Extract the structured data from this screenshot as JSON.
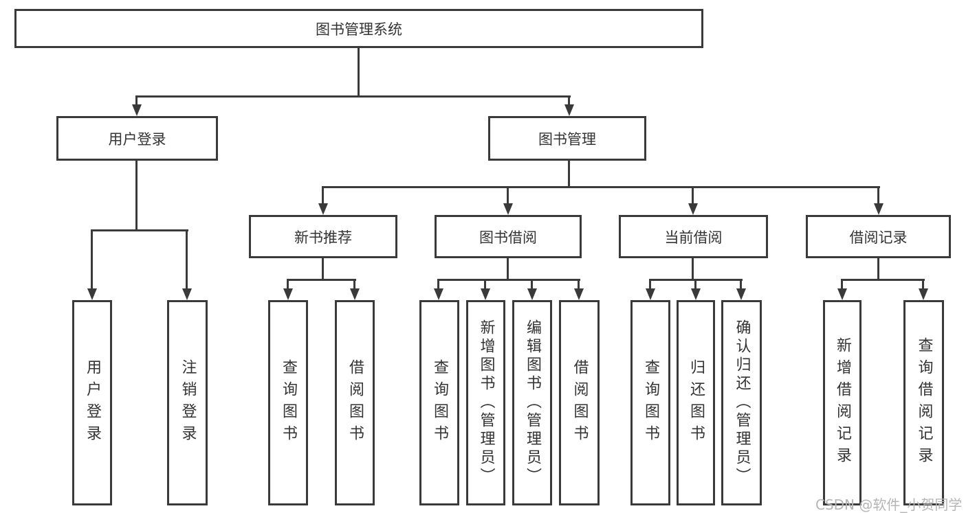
{
  "title": "图书管理系统",
  "tree": {
    "label": "图书管理系统",
    "children": [
      {
        "label": "用户登录",
        "children": [
          {
            "label": "用户登录"
          },
          {
            "label": "注销登录"
          }
        ]
      },
      {
        "label": "图书管理",
        "children": [
          {
            "label": "新书推荐",
            "children": [
              {
                "label": "查询图书"
              },
              {
                "label": "借阅图书"
              }
            ]
          },
          {
            "label": "图书借阅",
            "children": [
              {
                "label": "查询图书"
              },
              {
                "label": "新增图书（管理员）"
              },
              {
                "label": "编辑图书（管理员）"
              },
              {
                "label": "借阅图书"
              }
            ]
          },
          {
            "label": "当前借阅",
            "children": [
              {
                "label": "查询图书"
              },
              {
                "label": "归还图书"
              },
              {
                "label": "确认归还（管理员）"
              }
            ]
          },
          {
            "label": "借阅记录",
            "children": [
              {
                "label": "新增借阅记录"
              },
              {
                "label": "查询借阅记录"
              }
            ]
          }
        ]
      }
    ]
  },
  "watermark": {
    "text": "CSDN @软件_小贺同学"
  },
  "style": {
    "line_color": "#3a3a3a",
    "text_color": "#333333",
    "watermark_color": "#b5b5b5",
    "background": "#ffffff"
  }
}
